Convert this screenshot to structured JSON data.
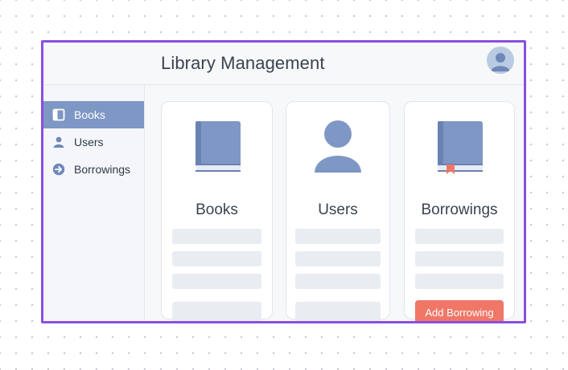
{
  "header": {
    "title": "Library Management"
  },
  "sidebar": {
    "items": [
      {
        "label": "Books",
        "icon": "book-icon",
        "active": true
      },
      {
        "label": "Users",
        "icon": "user-icon",
        "active": false
      },
      {
        "label": "Borrowings",
        "icon": "arrow-circle-icon",
        "active": false
      }
    ]
  },
  "cards": [
    {
      "title": "Books",
      "icon": "book-icon"
    },
    {
      "title": "Users",
      "icon": "user-icon"
    },
    {
      "title": "Borrowings",
      "icon": "book-bookmark-icon",
      "button_label": "Add Borrowing"
    }
  ],
  "colors": {
    "accent": "#7e97c4",
    "button": "#f07767",
    "frame": "#8a4fe0"
  }
}
